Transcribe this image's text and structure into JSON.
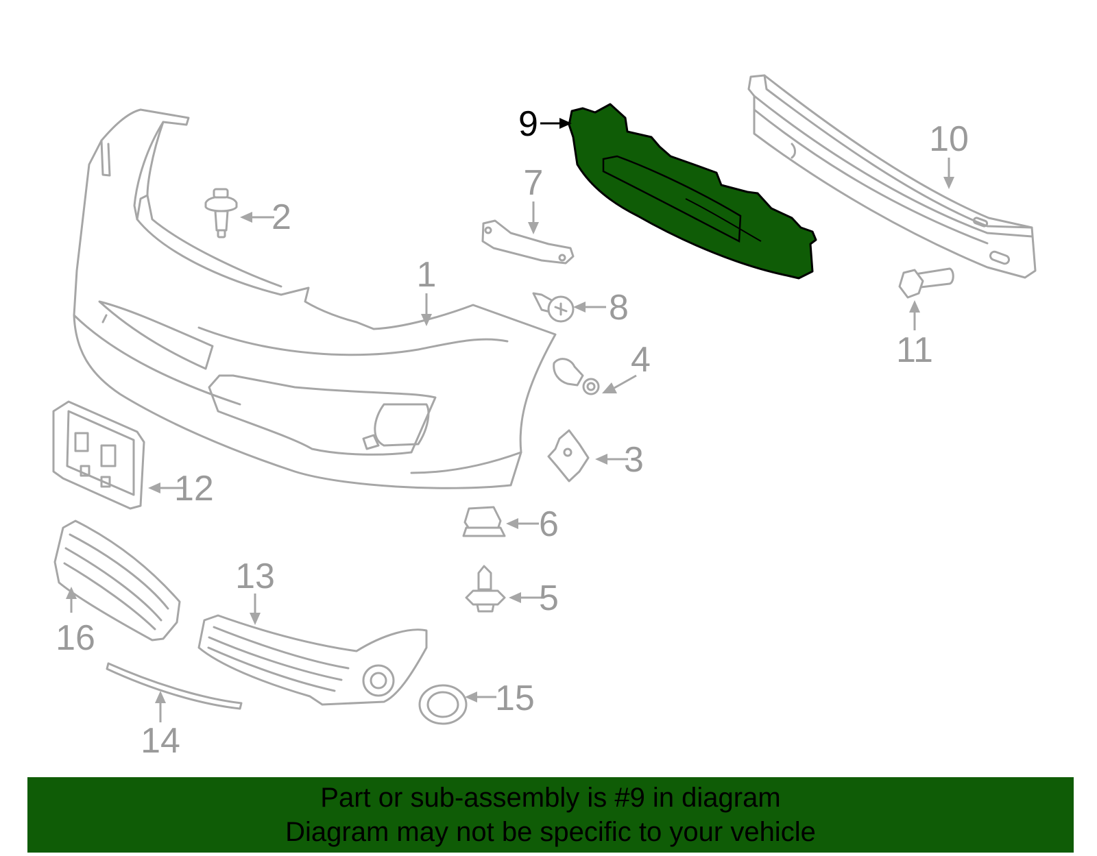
{
  "diagram": {
    "highlight_color": "#0f5c06",
    "highlighted_part": "9",
    "callouts": {
      "c1": "1",
      "c2": "2",
      "c3": "3",
      "c4": "4",
      "c5": "5",
      "c6": "6",
      "c7": "7",
      "c8": "8",
      "c9": "9",
      "c10": "10",
      "c11": "11",
      "c12": "12",
      "c13": "13",
      "c14": "14",
      "c15": "15",
      "c16": "16"
    }
  },
  "banner": {
    "line1": "Part or sub-assembly is #9 in diagram",
    "line2": "Diagram may not be specific to your vehicle"
  }
}
